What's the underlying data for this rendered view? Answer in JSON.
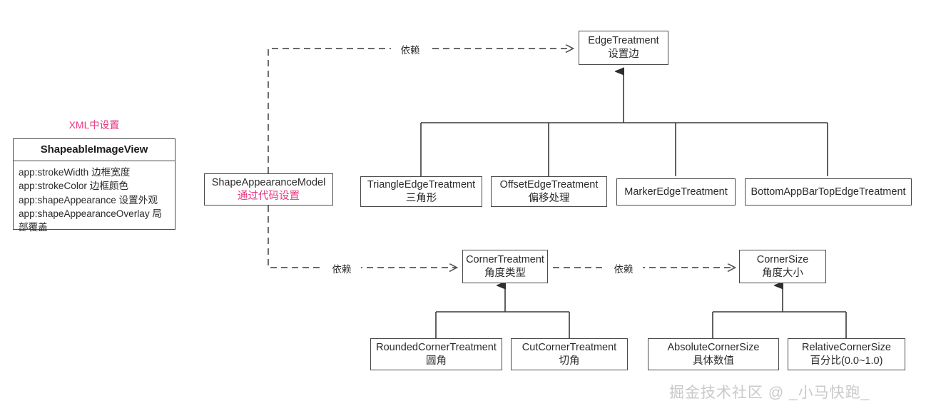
{
  "diagram": {
    "title": "ShapeAppearanceModel class diagram",
    "caption_xml": "XML中设置",
    "dependency_label": "依赖",
    "watermark": "掘金技术社区 @ _小马快跑_",
    "colors": {
      "accent_pink": "#e8357f",
      "box_border": "#4a4a4a",
      "connector": "#3a3a3a",
      "dashed_connector": "#555555",
      "watermark": "#c9c9c9",
      "background": "#ffffff"
    }
  },
  "class_card": {
    "name": "ShapeableImageView",
    "attributes": [
      "app:strokeWidth 边框宽度",
      "app:strokeColor 边框颜色",
      "app:shapeAppearance 设置外观",
      "app:shapeAppearanceOverlay 局部覆盖"
    ]
  },
  "nodes": {
    "shape_appearance_model": {
      "en": "ShapeAppearanceModel",
      "cn": "通过代码设置"
    },
    "edge_treatment": {
      "en": "EdgeTreatment",
      "cn": "设置边"
    },
    "triangle_edge_treatment": {
      "en": "TriangleEdgeTreatment",
      "cn": "三角形"
    },
    "offset_edge_treatment": {
      "en": "OffsetEdgeTreatment",
      "cn": "偏移处理"
    },
    "marker_edge_treatment": {
      "en": "MarkerEdgeTreatment",
      "cn": ""
    },
    "bottom_appbar_top_edge_treatment": {
      "en": "BottomAppBarTopEdgeTreatment",
      "cn": ""
    },
    "corner_treatment": {
      "en": "CornerTreatment",
      "cn": "角度类型"
    },
    "corner_size": {
      "en": "CornerSize",
      "cn": "角度大小"
    },
    "rounded_corner_treatment": {
      "en": "RoundedCornerTreatment",
      "cn": "圆角"
    },
    "cut_corner_treatment": {
      "en": "CutCornerTreatment",
      "cn": "切角"
    },
    "absolute_corner_size": {
      "en": "AbsoluteCornerSize",
      "cn": "具体数值"
    },
    "relative_corner_size": {
      "en": "RelativeCornerSize",
      "cn": "百分比(0.0~1.0)"
    }
  },
  "edge_labels": {
    "dep_top": "依赖",
    "dep_corner": "依赖",
    "dep_corner_size": "依赖"
  }
}
